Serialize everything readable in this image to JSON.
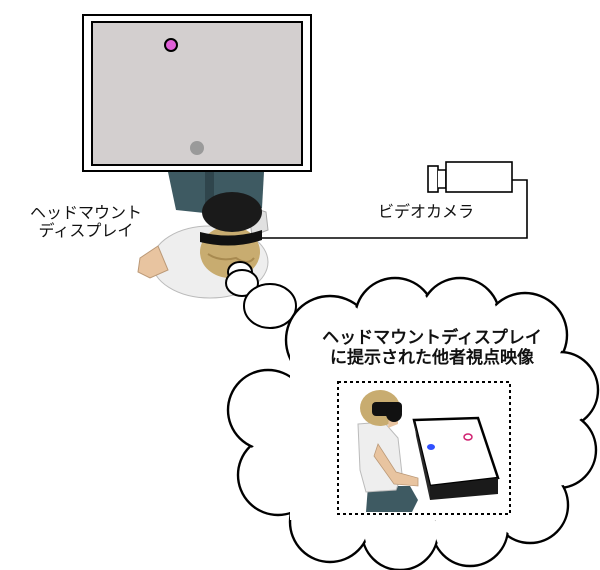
{
  "labels": {
    "hmd_line1": "ヘッドマウント",
    "hmd_line2": "ディスプレイ",
    "video_camera": "ビデオカメラ",
    "bubble_line1": "ヘッドマウントディスプレイ",
    "bubble_line2": "に提示された他者視点映像"
  },
  "colors": {
    "screen_fill": "#d3cfcf",
    "target_dot": "#e060d8",
    "start_dot": "#9a9a9a",
    "video_dot_blue": "#3050ff",
    "video_dot_pink": "#d02070",
    "shirt": "#eeeeee",
    "jeans": "#3e5a62",
    "hair": "#c8ac70",
    "hmd_band": "#111111"
  },
  "icons": {
    "camera": "video-camera-icon",
    "person": "person-top-view-icon",
    "thought": "thought-bubble-icon"
  }
}
